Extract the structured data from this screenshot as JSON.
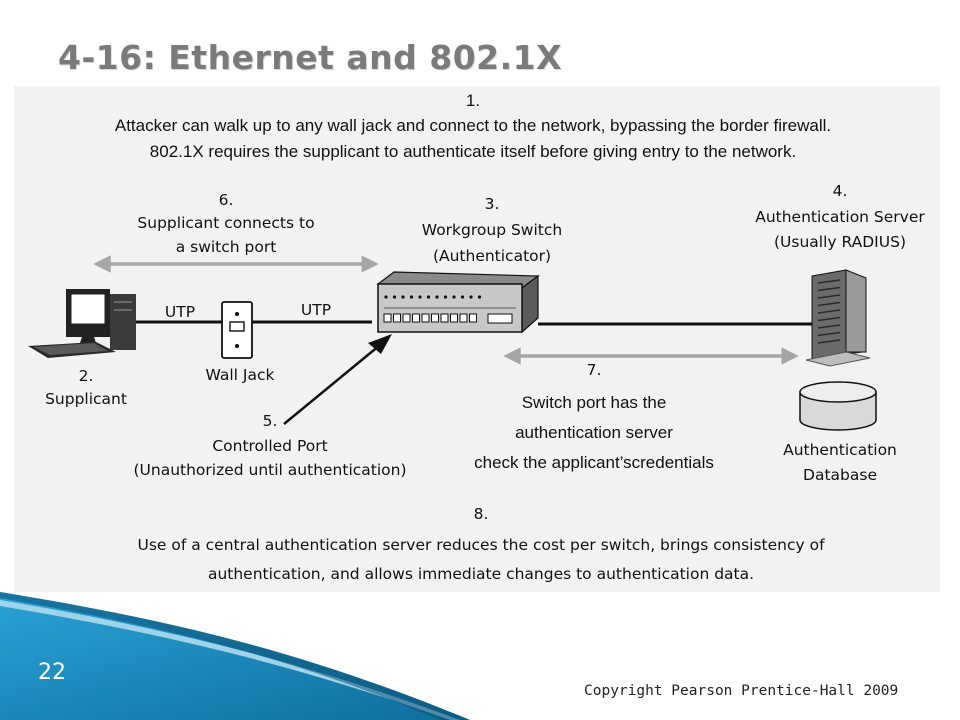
{
  "slide": {
    "title": "4-16: Ethernet and 802.1X",
    "number": "22",
    "copyright": "Copyright Pearson Prentice-Hall 2009"
  },
  "step1": {
    "num": "1.",
    "line1": "Attacker can walk up to any wall jack and connect to the network, bypassing the border firewall.",
    "line2": "802.1X requires the supplicant to authenticate itself before giving entry to the network."
  },
  "step2": {
    "num": "2.",
    "label": "Supplicant"
  },
  "step3": {
    "num": "3.",
    "line1": "Workgroup Switch",
    "line2": "(Authenticator)"
  },
  "step4": {
    "num": "4.",
    "line1": "Authentication Server",
    "line2": "(Usually RADIUS)"
  },
  "step5": {
    "num": "5.",
    "line1": "Controlled Port",
    "line2": "(Unauthorized until authentication)"
  },
  "step6": {
    "num": "6.",
    "line1": "Supplicant connects to",
    "line2": "a switch port"
  },
  "step7": {
    "num": "7.",
    "line1": "Switch port has the",
    "line2": "authentication server",
    "line3": "check the applicant’scredentials"
  },
  "step8": {
    "num": "8.",
    "line1": "Use of a central authentication server reduces the cost per switch, brings consistency of",
    "line2": "authentication, and allows immediate changes to authentication data."
  },
  "cables": {
    "left": "UTP",
    "right": "UTP"
  },
  "wall_jack": {
    "label": "Wall Jack"
  },
  "database": {
    "line1": "Authentication",
    "line2": "Database"
  },
  "icons": {
    "computer": "desktop-computer-icon",
    "wall_jack": "wall-jack-icon",
    "switch": "network-switch-icon",
    "server": "tower-server-icon",
    "database": "database-cylinder-icon"
  },
  "colors": {
    "title": "#7a7a7a",
    "panel": "#f2f2f2",
    "arrow_gray": "#a6a6a6",
    "accent_blue": "#1e8fc0"
  }
}
